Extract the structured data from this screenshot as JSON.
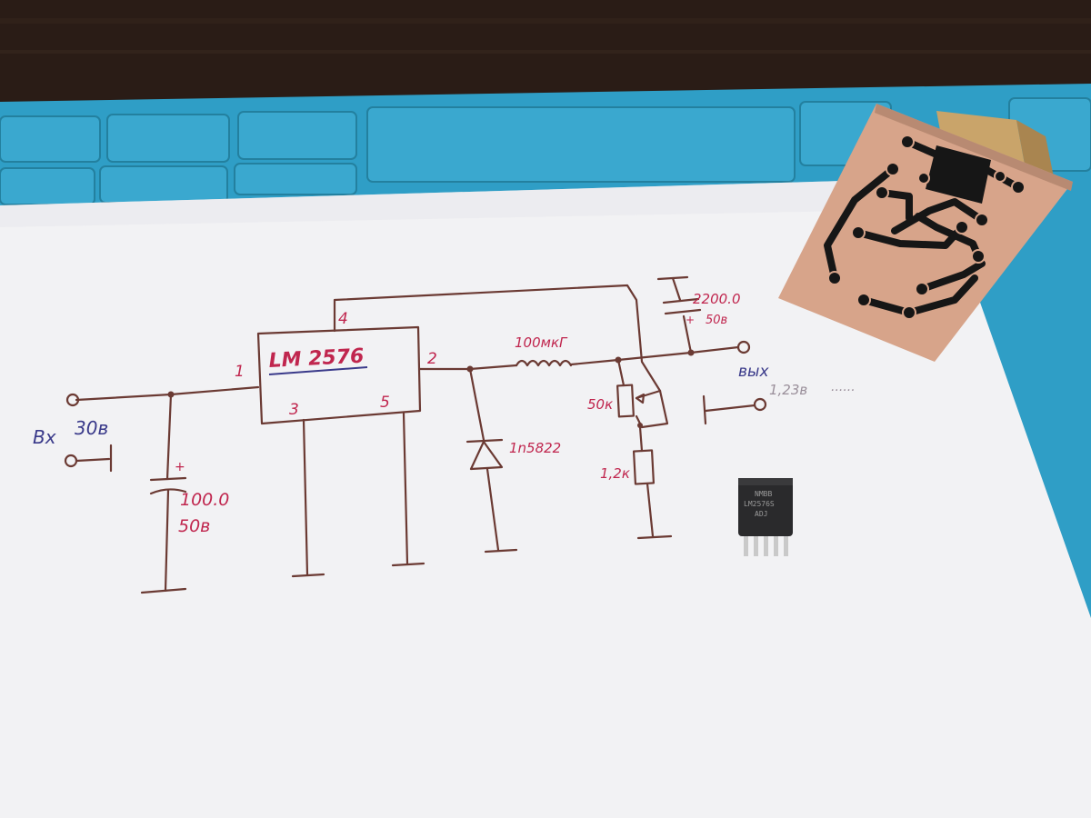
{
  "schematic": {
    "ic_label": "LM 2576",
    "pins": {
      "p1": "1",
      "p2": "2",
      "p3": "3",
      "p4": "4",
      "p5": "5"
    },
    "input": {
      "label": "Вх",
      "voltage": "30в"
    },
    "output": {
      "label": "вых",
      "voltage": "1,23в",
      "dots": "......"
    },
    "input_cap": {
      "plus": "+",
      "value": "100.0",
      "voltage": "50в"
    },
    "output_cap": {
      "value": "2200.0",
      "plus": "+",
      "voltage": "50в"
    },
    "inductor": {
      "value": "100мкГ"
    },
    "diode": {
      "part": "1n5822"
    },
    "pot": {
      "value": "50к"
    },
    "resistor": {
      "value": "1,2к"
    }
  },
  "chip_marking": {
    "line1": "NMBB",
    "line2": "LM2576S",
    "line3": "ADJ"
  },
  "colors": {
    "mat": "#2f9ec6",
    "paper": "#f2f2f4",
    "ink_red": "#c0264e",
    "ink_blue": "#3a3a8a",
    "wire": "#6b3a33",
    "pcb_copper": "#d7a48a",
    "trace": "#161616",
    "wood": "#2a1c16"
  }
}
